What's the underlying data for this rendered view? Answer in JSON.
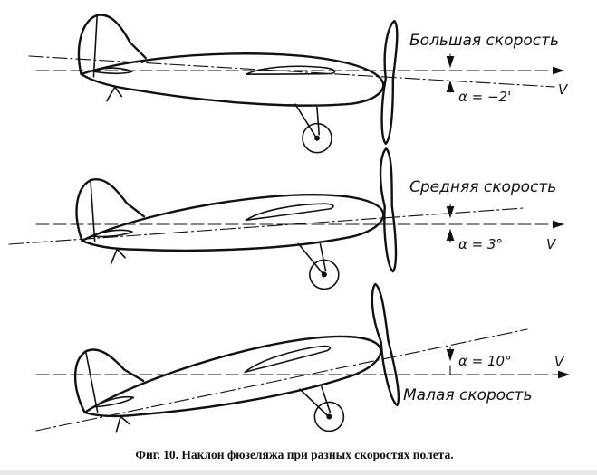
{
  "panels": [
    {
      "speed_label": "Большая скорость",
      "alpha_label": "α = −2'",
      "v_label": "V"
    },
    {
      "speed_label": "Средняя скорость",
      "alpha_label": "α = 3°",
      "v_label": "V"
    },
    {
      "speed_label": "Малая скорость",
      "alpha_label": "α = 10°",
      "v_label": "V"
    }
  ],
  "caption": "Фиг. 10. Наклон фюзеляжа при разных скоростях полета."
}
